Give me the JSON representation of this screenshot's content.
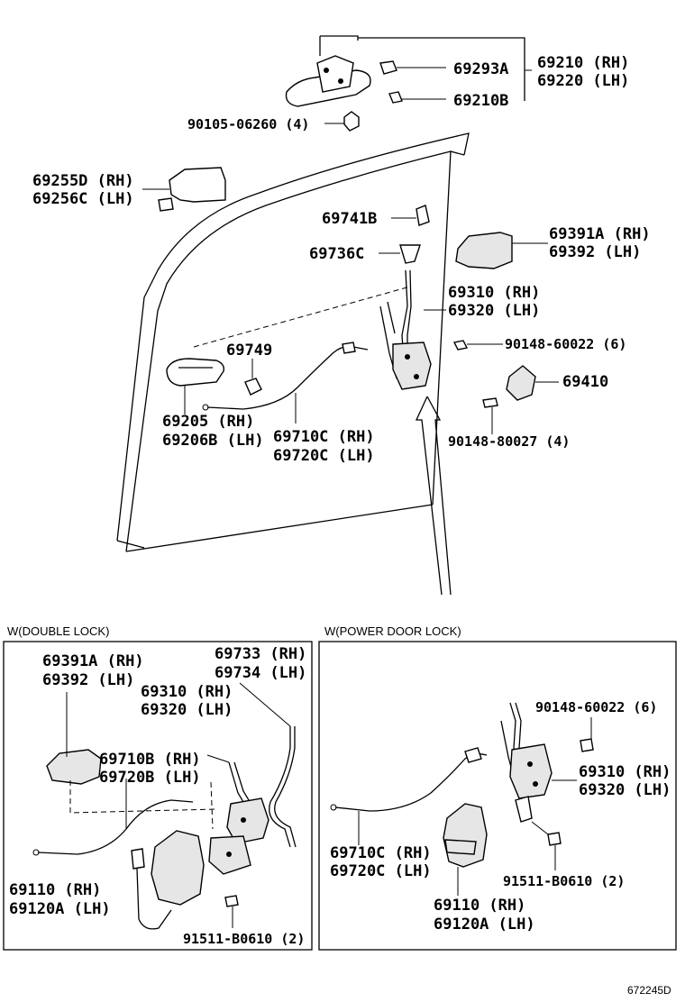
{
  "main_labels": {
    "p69293A": "69293A",
    "p69210B": "69210B",
    "p69210rh": "69210 (RH)",
    "p69220lh": "69220 (LH)",
    "p90105": "90105-06260 (4)",
    "p69255D": "69255D (RH)",
    "p69256C": "69256C (LH)",
    "p69741B": "69741B",
    "p69736C": "69736C",
    "p69391A": "69391A (RH)",
    "p69392": "69392 (LH)",
    "p69310": "69310 (RH)",
    "p69320": "69320 (LH)",
    "p69749": "69749",
    "p90148a": "90148-60022 (6)",
    "p69410": "69410",
    "p69205": "69205 (RH)",
    "p69206B": "69206B (LH)",
    "p69710C": "69710C (RH)",
    "p69720C": "69720C (LH)",
    "p90148b": "90148-80027 (4)"
  },
  "double_lock": {
    "title": "W(DOUBLE LOCK)",
    "p69391A": "69391A (RH)",
    "p69392": "69392 (LH)",
    "p69733": "69733 (RH)",
    "p69734": "69734 (LH)",
    "p69310": "69310 (RH)",
    "p69320": "69320 (LH)",
    "p69710B": "69710B (RH)",
    "p69720B": "69720B (LH)",
    "p69110": "69110 (RH)",
    "p69120A": "69120A (LH)",
    "p91511": "91511-B0610 (2)"
  },
  "power_lock": {
    "title": "W(POWER DOOR LOCK)",
    "p90148": "90148-60022 (6)",
    "p69310": "69310 (RH)",
    "p69320": "69320 (LH)",
    "p69710C": "69710C (RH)",
    "p69720C": "69720C (LH)",
    "p91511": "91511-B0610 (2)",
    "p69110": "69110 (RH)",
    "p69120A": "69120A (LH)"
  },
  "figure_code": "672245D"
}
